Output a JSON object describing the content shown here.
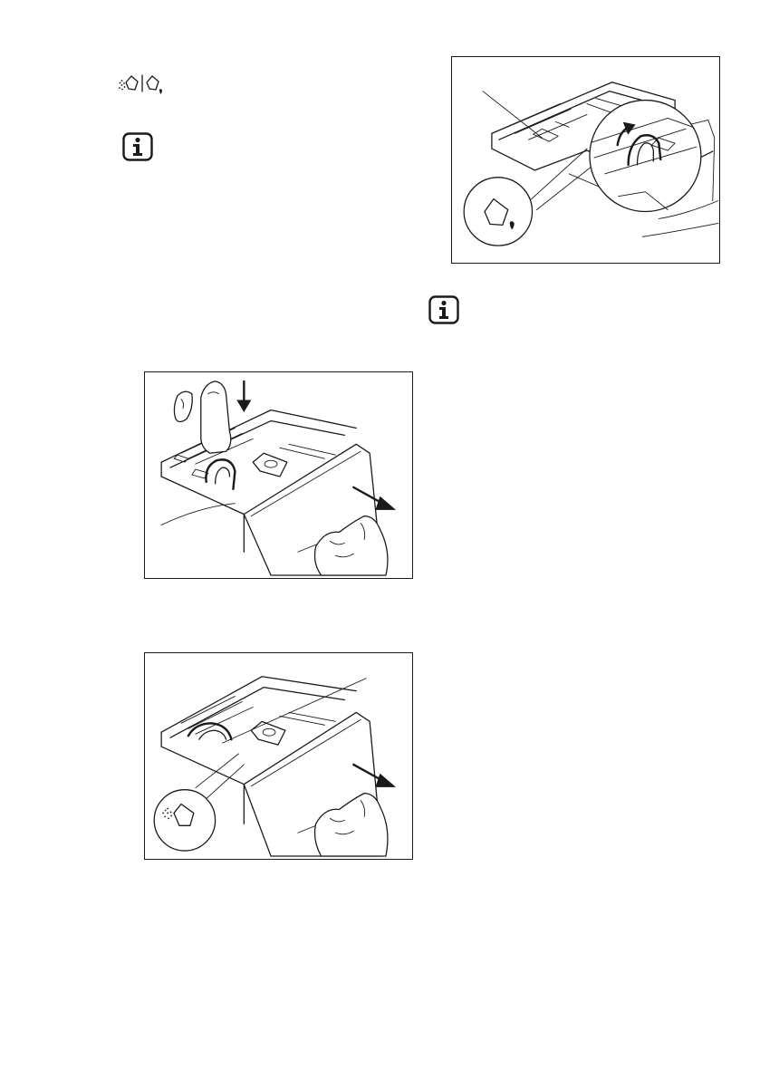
{
  "page": {
    "detergent_mode_icon": "powder-and-liquid-detergent-icon",
    "info_icon": "information-icon",
    "info_icon_glyph": "i",
    "border_color": "#1a1a1a",
    "background_color": "#ffffff"
  },
  "figures": [
    {
      "name": "figure-press-release-pull-drawer",
      "icons": [
        "finger-press-icon",
        "down-arrow-icon",
        "hand-pull-icon",
        "pull-arrow-icon"
      ]
    },
    {
      "name": "figure-flap-down-powder",
      "icons": [
        "powder-detergent-icon",
        "hand-pull-icon",
        "pull-arrow-icon"
      ]
    },
    {
      "name": "figure-flap-up-liquid",
      "icons": [
        "liquid-detergent-icon",
        "flap-up-arrow-icon"
      ]
    }
  ]
}
